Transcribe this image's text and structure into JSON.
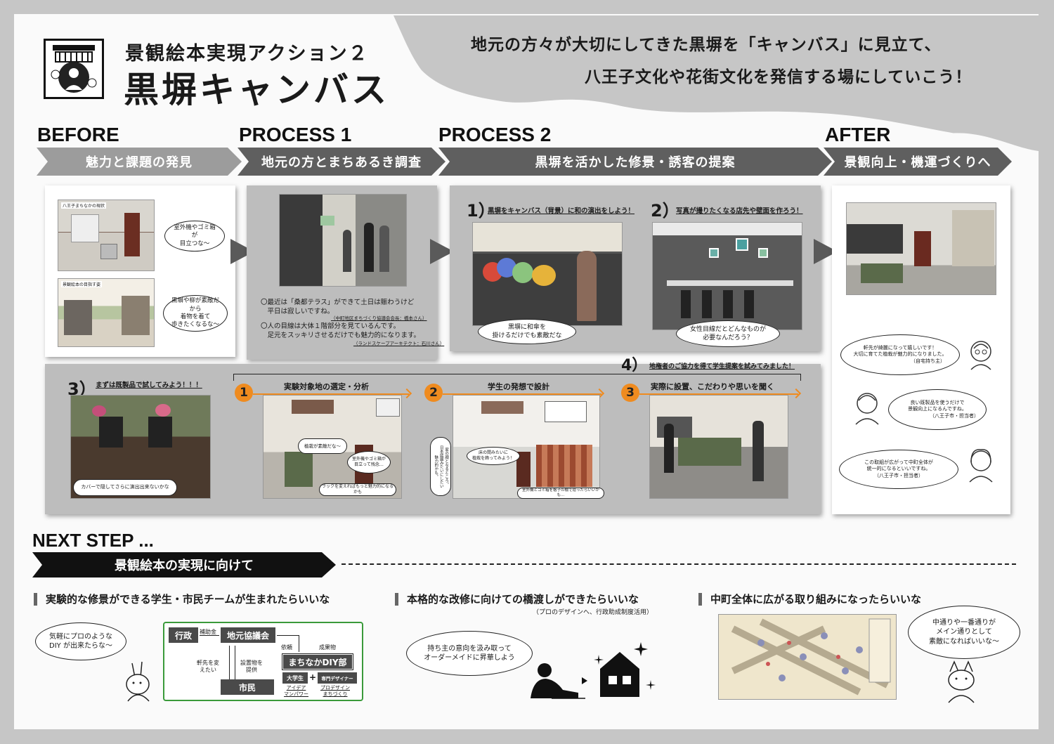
{
  "header": {
    "subtitle": "景観絵本実現アクション２",
    "title": "黒塀キャンバス",
    "tagline_1": "地元の方々が大切にしてきた黒塀を「キャンバス」に見立て、",
    "tagline_2": "八王子文化や花街文化を発信する場にしていこう！"
  },
  "stages": {
    "before": {
      "label": "BEFORE",
      "bar": "魅力と課題の発見"
    },
    "process1": {
      "label": "PROCESS 1",
      "bar": "地元の方とまちあるき調査"
    },
    "process2": {
      "label": "PROCESS 2",
      "bar": "黒塀を活かした修景・誘客の提案"
    },
    "after": {
      "label": "AFTER",
      "bar": "景観向上・機運づくりへ"
    }
  },
  "before_card": {
    "photo1_label": "八王子まちなかの現状",
    "photo2_label": "景観絵本の目指す姿",
    "bubble1": "室外機やゴミ箱が\n目立つな～",
    "bubble2": "黒塀や柳が素敵だから\n着物を着て\n歩きたくなるな～"
  },
  "process1_card": {
    "quote1": "〇最近は「桑都テラス」ができて土日は賑わうけど\n　平日は寂しいですね。",
    "quote1_src": "（中町地区まちづくり協議会会長：橋本さん）",
    "quote2": "〇人の目線は大体１階部分を見ているんです。\n　足元をスッキリさせるだけでも魅力的になります。",
    "quote2_src": "（ランドスケープアーキテクト：石川さん）"
  },
  "process2_card": {
    "n1": "1）",
    "cap1": "黒塀をキャンバス（背景）に和の演出をしよう！",
    "bubble1": "黒塀に和傘を\n掛けるだけでも素敵だな",
    "n2": "2）",
    "cap2": "写真が撮りたくなる店先や壁面を作ろう！",
    "bubble2": "女性目線だとどんなものが\n必要なんだろう？"
  },
  "lower_card": {
    "n3": "3）",
    "cap3": "まずは既製品で試してみよう！！！",
    "photo3_note": "カバーで隠してさらに演出出来ないかな",
    "n4": "4）",
    "cap4": "地権者のご協力を得て学生提案を試みてみました！",
    "steps": [
      {
        "num": "1",
        "title": "実験対象地の選定・分析"
      },
      {
        "num": "2",
        "title": "学生の発想で設計"
      },
      {
        "num": "3",
        "title": "実際に設置、こだわりや思いを聞く"
      }
    ],
    "s1_note1": "植栽が素敵だな～",
    "s1_note2": "室外機やゴミ箱が\n目立って残念…",
    "s1_note3": "ラックを変えればもっと魅力的になるかも",
    "s2_note1": "床の間みたいに\n植栽を飾ってみよう！",
    "s2_side": "家の顔となるところ。\n日本庭園みたいにしたい\n魅力的かも。",
    "s2_note2": "室外機とゴミ箱を格子の棚で隠ったらいいかも…"
  },
  "after_card": {
    "v1": "軒先が綺麗になって嬉しいです！\n大切に育てた植栽が魅力的になりました。",
    "v1_src": "（自宅持ち主）",
    "v2": "良い既製品を使うだけで\n景観向上になるんですね。",
    "v2_src": "（八王子市・担当者）",
    "v3": "この取組が広がって中町全体が\n統一的になるといいですね。",
    "v3_src": "（八王子市・担当者）"
  },
  "next_step": {
    "label": "NEXT STEP ...",
    "bar": "景観絵本の実現に向けて",
    "goal1": "実験的な修景ができる学生・市民チームが生まれたらいいな",
    "goal2": "本格的な改修に向けての橋渡しができたらいいな",
    "goal2_note": "（プロのデザインへ、行政助成制度活用）",
    "goal3": "中町全体に広がる取り組みになったらいいな",
    "bubble_a": "気軽にプロのような\nDIY が出来たらな～",
    "bubble_b": "持ち主の意向を汲み取って\nオーダーメイドに昇華しよう",
    "bubble_c": "中通りや一番通りが\nメイン通りとして\n素敵になればいいな～",
    "diagram": {
      "gyosei": "行政",
      "kyogikai": "地元協議会",
      "diy": "まちなかDIY部",
      "shimin": "市民",
      "daigakusei": "大学生",
      "senmon": "専門デザイナー",
      "idea": "アイデア\nマンパワー",
      "prodesign": "プロデザイン\nまちづくり",
      "hojokin": "補助金",
      "irai": "依頼",
      "seikabutsu": "成果物",
      "nokisaki": "軒先を変\nえたい",
      "setchi": "設置物を\n提供"
    }
  },
  "colors": {
    "orange": "#ef8b1f",
    "dark_bar": "#5f5f5f",
    "light_bar": "#9c9c9c",
    "green": "#3a9a3a"
  }
}
